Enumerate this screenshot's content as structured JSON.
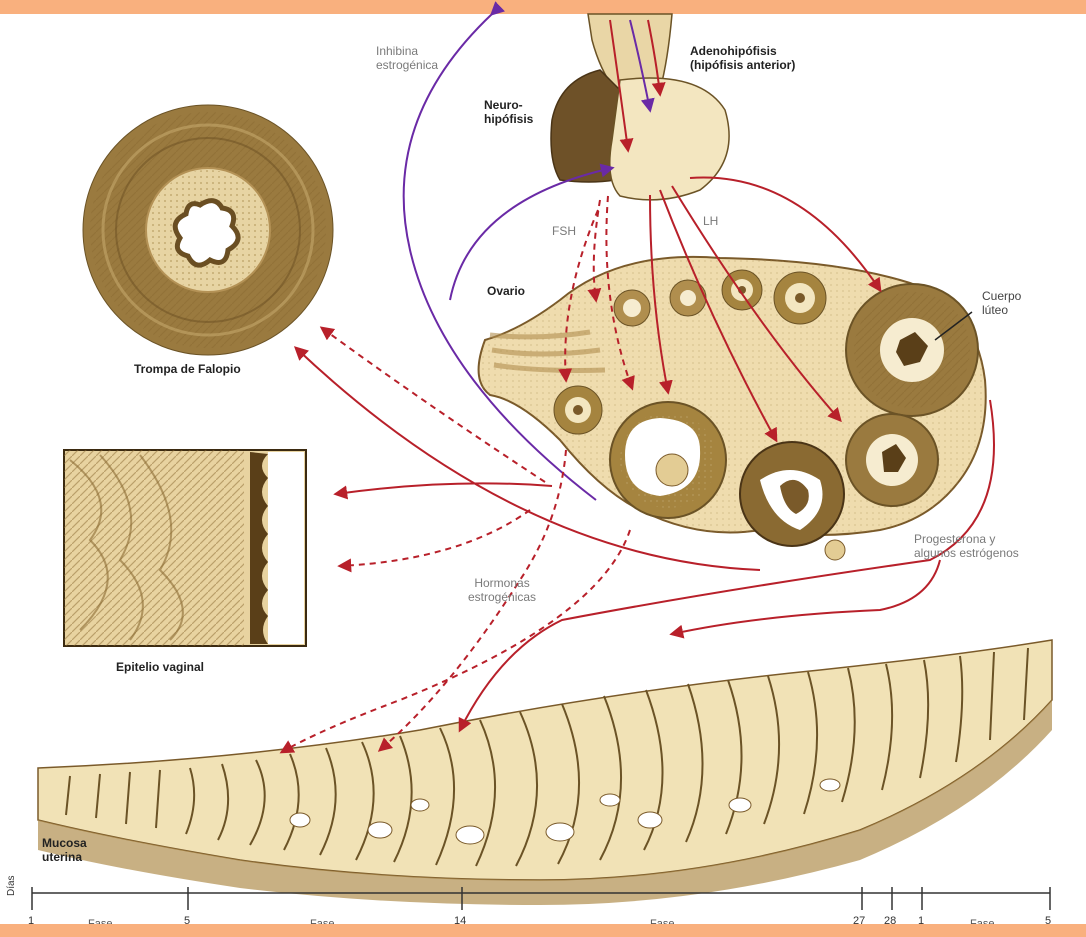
{
  "labels": {
    "inhibin": "Inhibina\nestrogénica",
    "adenohypophysis": "Adenohipófisis\n(hipófisis anterior)",
    "neurohypophysis": "Neuro-\nhipófisis",
    "fsh": "FSH",
    "lh": "LH",
    "ovary": "Ovario",
    "corpus_luteum": "Cuerpo\nlúteo",
    "fallopian": "Trompa de Falopio",
    "vaginal": "Epitelio vaginal",
    "estrogenic_hormones": "Hormonas\nestrogénicas",
    "progesterone": "Progesterona y\nalgunos estrógenos",
    "uterine_mucosa": "Mucosa\nuterina"
  },
  "timeline": {
    "axis_label": "Días",
    "ticks": [
      "1",
      "5",
      "14",
      "27",
      "28",
      "1",
      "5"
    ],
    "phases": [
      "Fase",
      "Fase",
      "Fase",
      "Fase"
    ]
  },
  "colors": {
    "frame": "#f9b07e",
    "tissue": "#f1e2b6",
    "tissue_dark": "#7a5a2a",
    "tissue_mid": "#b08e4e",
    "hormone_arrow": "#b8202a",
    "inhibin_arrow": "#6a2aa6"
  }
}
